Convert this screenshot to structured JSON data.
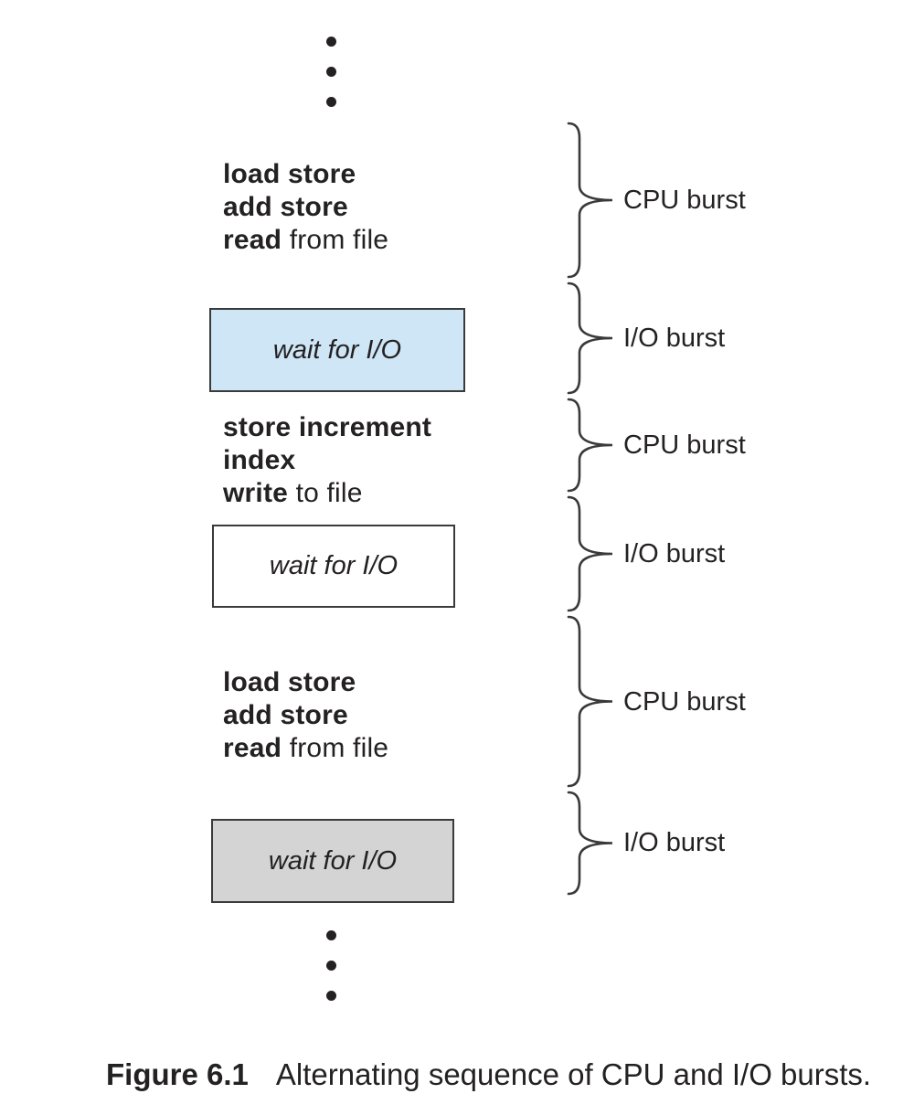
{
  "figure": {
    "caption": {
      "number": "Figure 6.1",
      "text": "Alternating sequence of CPU and I/O bursts."
    },
    "ellipsis": {
      "top_dot_count": 3,
      "bottom_dot_count": 3
    },
    "colors": {
      "io_wait_blue": "#cee6f6",
      "io_wait_white": "#ffffff",
      "io_wait_gray": "#d4d4d4",
      "line_color": "#3a3a3a",
      "text_color": "#242122"
    },
    "code_blocks": [
      {
        "lines": [
          {
            "bold": "load store",
            "rest": ""
          },
          {
            "bold": "add store",
            "rest": ""
          },
          {
            "bold": "read",
            "rest": " from file"
          }
        ]
      },
      {
        "lines": [
          {
            "bold": "store increment",
            "rest": ""
          },
          {
            "bold": "index",
            "rest": ""
          },
          {
            "bold": "write",
            "rest": " to file"
          }
        ]
      },
      {
        "lines": [
          {
            "bold": "load store",
            "rest": ""
          },
          {
            "bold": "add store",
            "rest": ""
          },
          {
            "bold": "read",
            "rest": " from file"
          }
        ]
      }
    ],
    "wait_boxes": [
      {
        "label": "wait for I/O",
        "fill": "#cee6f6"
      },
      {
        "label": "wait for I/O",
        "fill": "#ffffff"
      },
      {
        "label": "wait for I/O",
        "fill": "#d4d4d4"
      }
    ],
    "bursts": [
      {
        "label": "CPU burst"
      },
      {
        "label": "I/O burst"
      },
      {
        "label": "CPU burst"
      },
      {
        "label": "I/O burst"
      },
      {
        "label": "CPU burst"
      },
      {
        "label": "I/O burst"
      }
    ]
  }
}
